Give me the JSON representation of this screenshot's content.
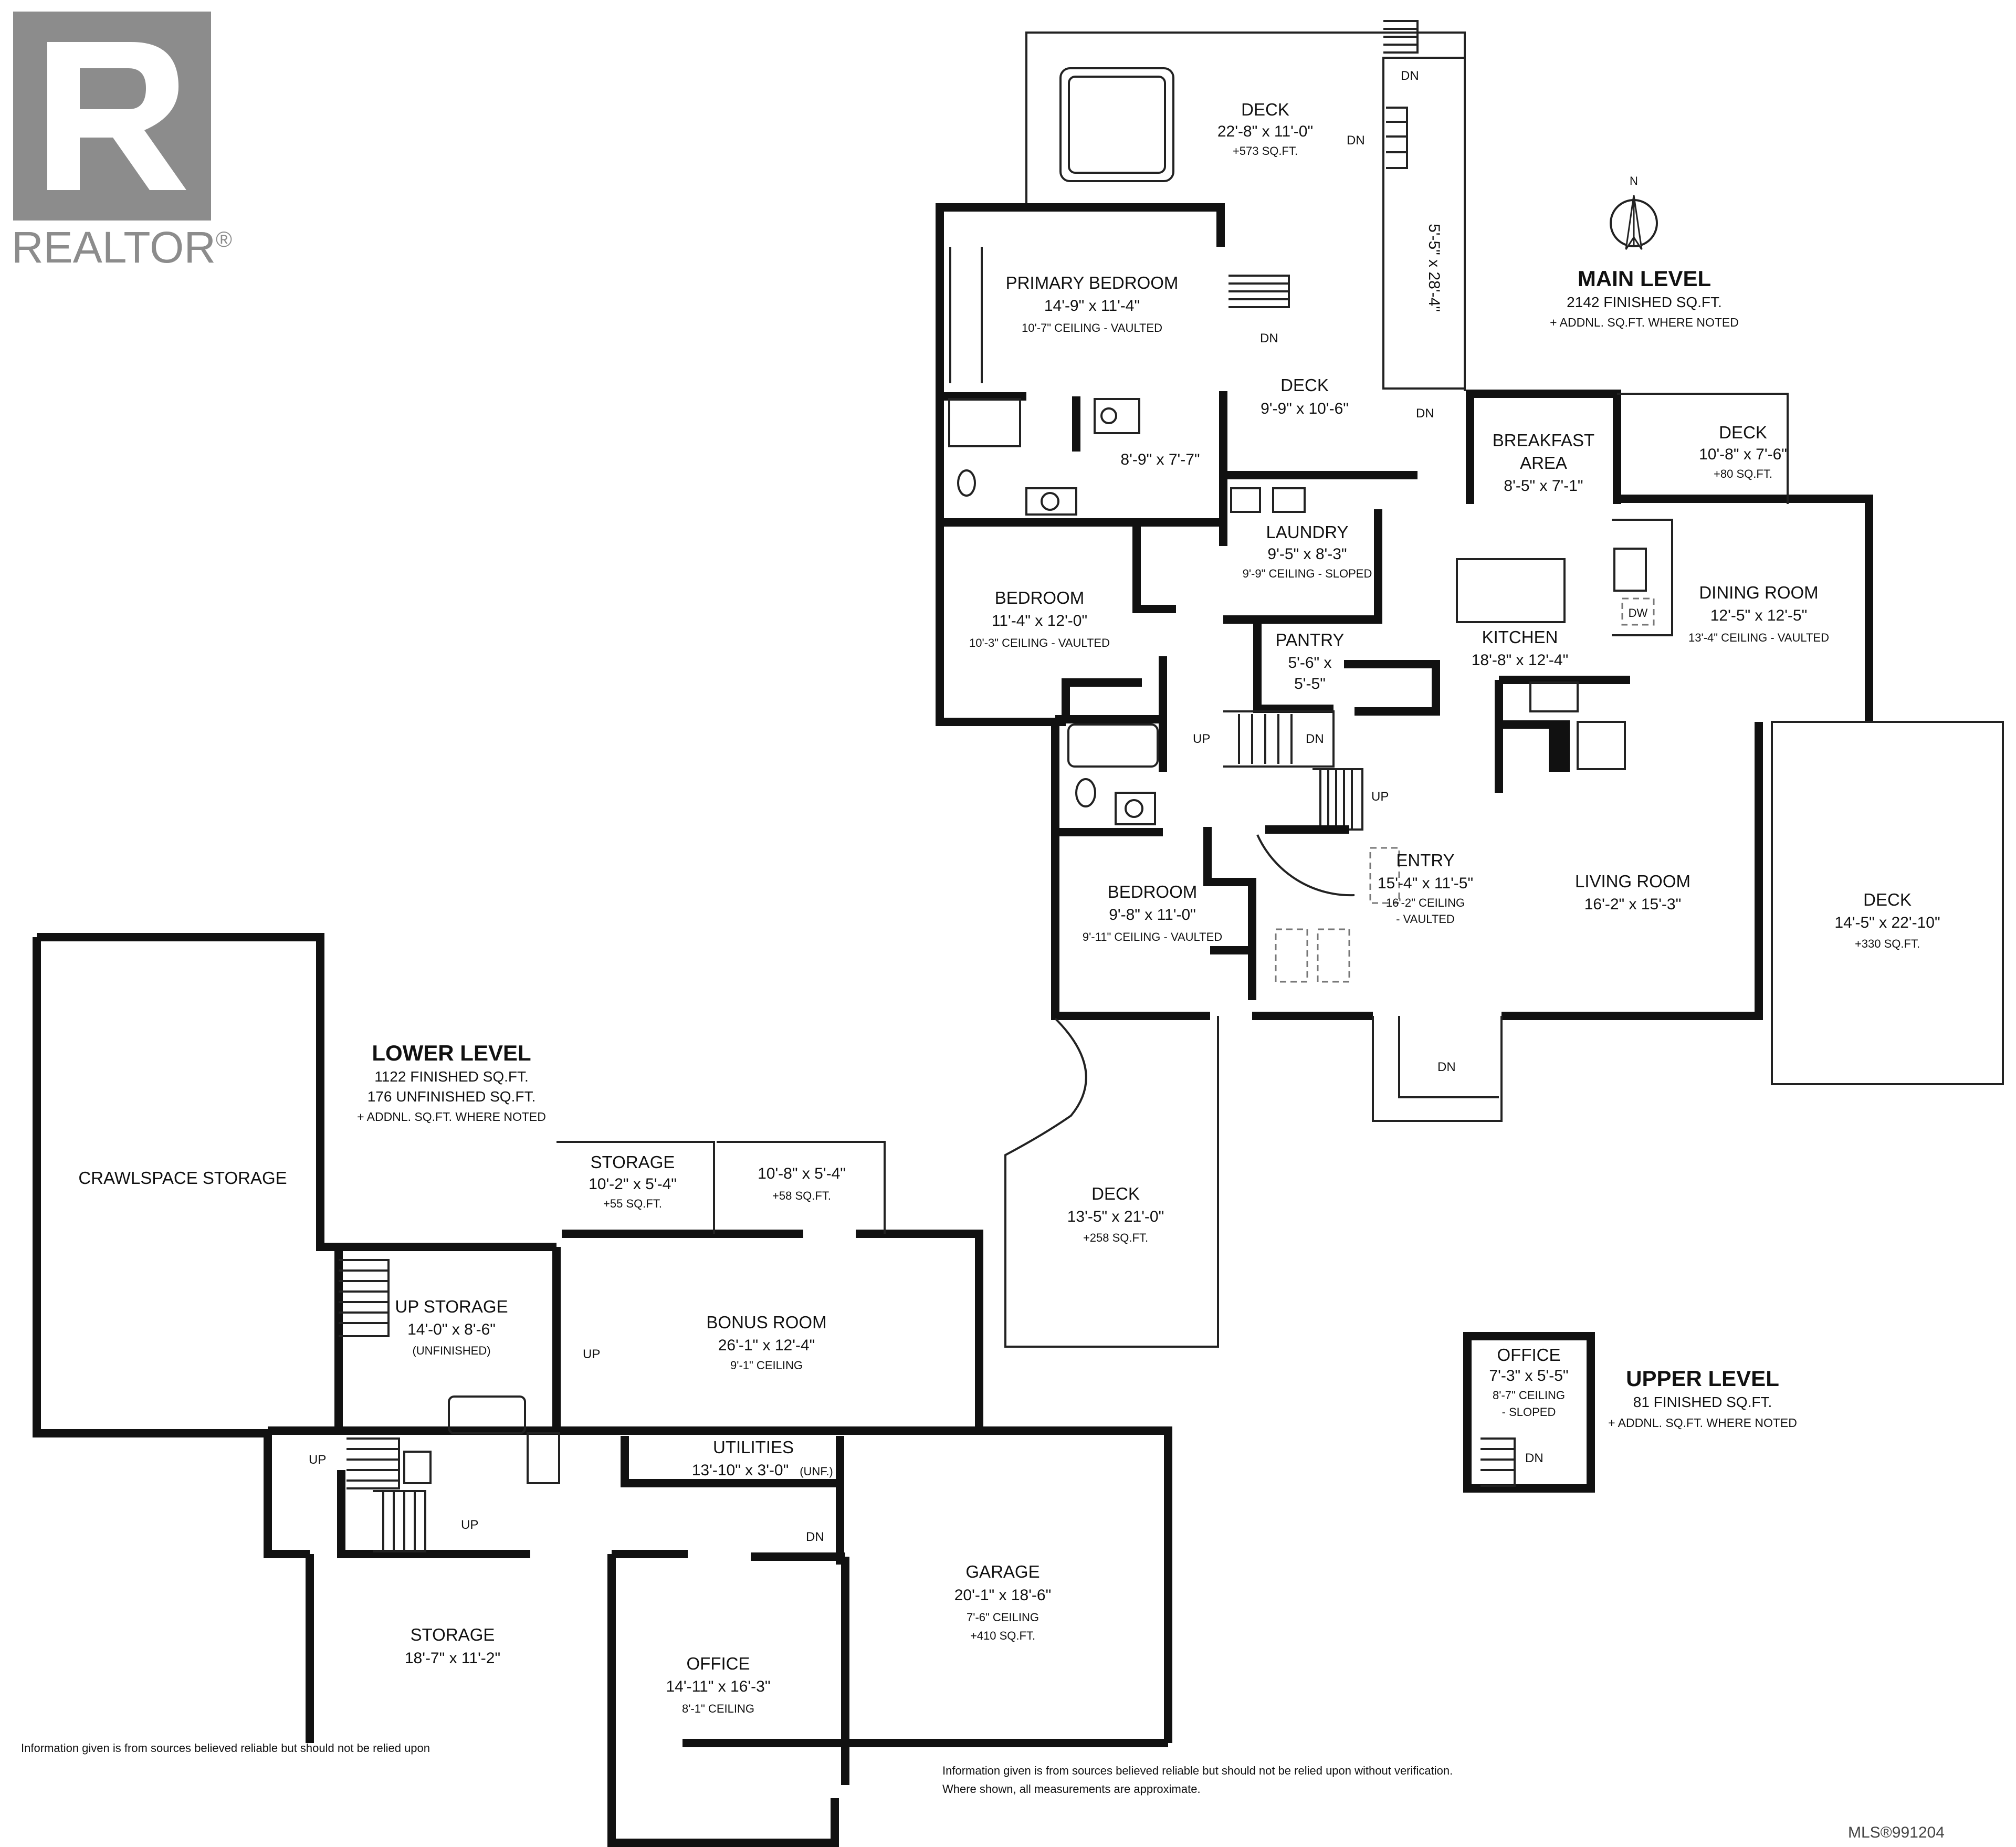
{
  "brand": {
    "name": "REALTOR",
    "mark": "®",
    "color": "#8c8c8c"
  },
  "icons": {
    "brand": "realtor-logo-icon",
    "compass": "compass-icon"
  },
  "compass": {
    "label": "N"
  },
  "levels": {
    "main": {
      "title": "MAIN LEVEL",
      "line1": "2142 FINISHED SQ.FT.",
      "line2": "+ ADDNL. SQ.FT. WHERE NOTED"
    },
    "lower": {
      "title": "LOWER LEVEL",
      "line1": "1122 FINISHED SQ.FT.",
      "line2": "176 UNFINISHED SQ.FT.",
      "line3": "+ ADDNL. SQ.FT. WHERE NOTED"
    },
    "upper": {
      "title": "UPPER LEVEL",
      "line1": "81 FINISHED SQ.FT.",
      "line2": "+ ADDNL. SQ.FT. WHERE NOTED"
    }
  },
  "rooms": {
    "deck_top": {
      "name": "DECK",
      "dim": "22'-8\" x 11'-0\"",
      "note": "+573 SQ.FT."
    },
    "deck_side": {
      "dim": "5'-5\" x 28'-4\""
    },
    "primary_bedroom": {
      "name": "PRIMARY BEDROOM",
      "dim": "14'-9\" x 11'-4\"",
      "note": "10'-7\" CEILING - VAULTED"
    },
    "ensuite": {
      "dim": "8'-9\" x 7'-7\""
    },
    "deck_mid": {
      "name": "DECK",
      "dim": "9'-9\" x 10'-6\""
    },
    "breakfast": {
      "name1": "BREAKFAST",
      "name2": "AREA",
      "dim": "8'-5\" x 7'-1\""
    },
    "deck_small": {
      "name": "DECK",
      "dim": "10'-8\" x 7'-6\"",
      "note": "+80 SQ.FT."
    },
    "laundry": {
      "name": "LAUNDRY",
      "dim": "9'-5\" x 8'-3\"",
      "note": "9'-9\" CEILING - SLOPED"
    },
    "bedroom_1": {
      "name": "BEDROOM",
      "dim": "11'-4\" x 12'-0\"",
      "note": "10'-3\" CEILING - VAULTED"
    },
    "pantry": {
      "name": "PANTRY",
      "dim1": "5'-6\" x",
      "dim2": "5'-5\""
    },
    "kitchen": {
      "name": "KITCHEN",
      "dim": "18'-8\" x 12'-4\""
    },
    "dining": {
      "name": "DINING ROOM",
      "dim": "12'-5\" x 12'-5\"",
      "note": "13'-4\" CEILING - VAULTED"
    },
    "dw": {
      "label": "DW"
    },
    "bedroom_2": {
      "name": "BEDROOM",
      "dim": "9'-8\" x 11'-0\"",
      "note": "9'-11\" CEILING - VAULTED"
    },
    "entry": {
      "name": "ENTRY",
      "dim": "15'-4\" x 11'-5\"",
      "note1": "16'-2\" CEILING",
      "note2": "- VAULTED"
    },
    "living": {
      "name": "LIVING ROOM",
      "dim": "16'-2\" x 15'-3\""
    },
    "deck_right": {
      "name": "DECK",
      "dim": "14'-5\" x 22'-10\"",
      "note": "+330 SQ.FT."
    },
    "deck_front": {
      "name": "DECK",
      "dim": "13'-5\" x 21'-0\"",
      "note": "+258 SQ.FT."
    },
    "crawlspace": {
      "name": "CRAWLSPACE STORAGE"
    },
    "storage_a": {
      "name": "STORAGE",
      "dim": "10'-2\" x 5'-4\"",
      "note": "+55 SQ.FT."
    },
    "storage_b": {
      "dim": "10'-8\" x 5'-4\"",
      "note": "+58 SQ.FT."
    },
    "storage_up": {
      "name": "UP STORAGE",
      "dim": "14'-0\" x 8'-6\"",
      "note": "(UNFINISHED)"
    },
    "bonus": {
      "name": "BONUS ROOM",
      "dim": "26'-1\" x 12'-4\"",
      "note": "9'-1\" CEILING"
    },
    "utilities": {
      "name": "UTILITIES",
      "dim": "13'-10\" x 3'-0\"",
      "note": "(UNF.)"
    },
    "garage": {
      "name": "GARAGE",
      "dim": "20'-1\" x 18'-6\"",
      "note1": "7'-6\" CEILING",
      "note2": "+410 SQ.FT."
    },
    "storage_low": {
      "name": "STORAGE",
      "dim": "18'-7\" x 11'-2\""
    },
    "office_low": {
      "name": "OFFICE",
      "dim": "14'-11\" x 16'-3\"",
      "note": "8'-1\" CEILING"
    },
    "office_up": {
      "name": "OFFICE",
      "dim": "7'-3\" x 5'-5\"",
      "note1": "8'-7\" CEILING",
      "note2": "- SLOPED"
    }
  },
  "stairs": {
    "dn": "DN",
    "up": "UP"
  },
  "disclaimer": {
    "line1": "Information given is from sources believed reliable but should not be relied upon without verification.",
    "line2": "Where shown, all measurements are approximate.",
    "cut": "Information given is from sources believed reliable but should not be relied upon"
  },
  "mls": "MLS®991204"
}
